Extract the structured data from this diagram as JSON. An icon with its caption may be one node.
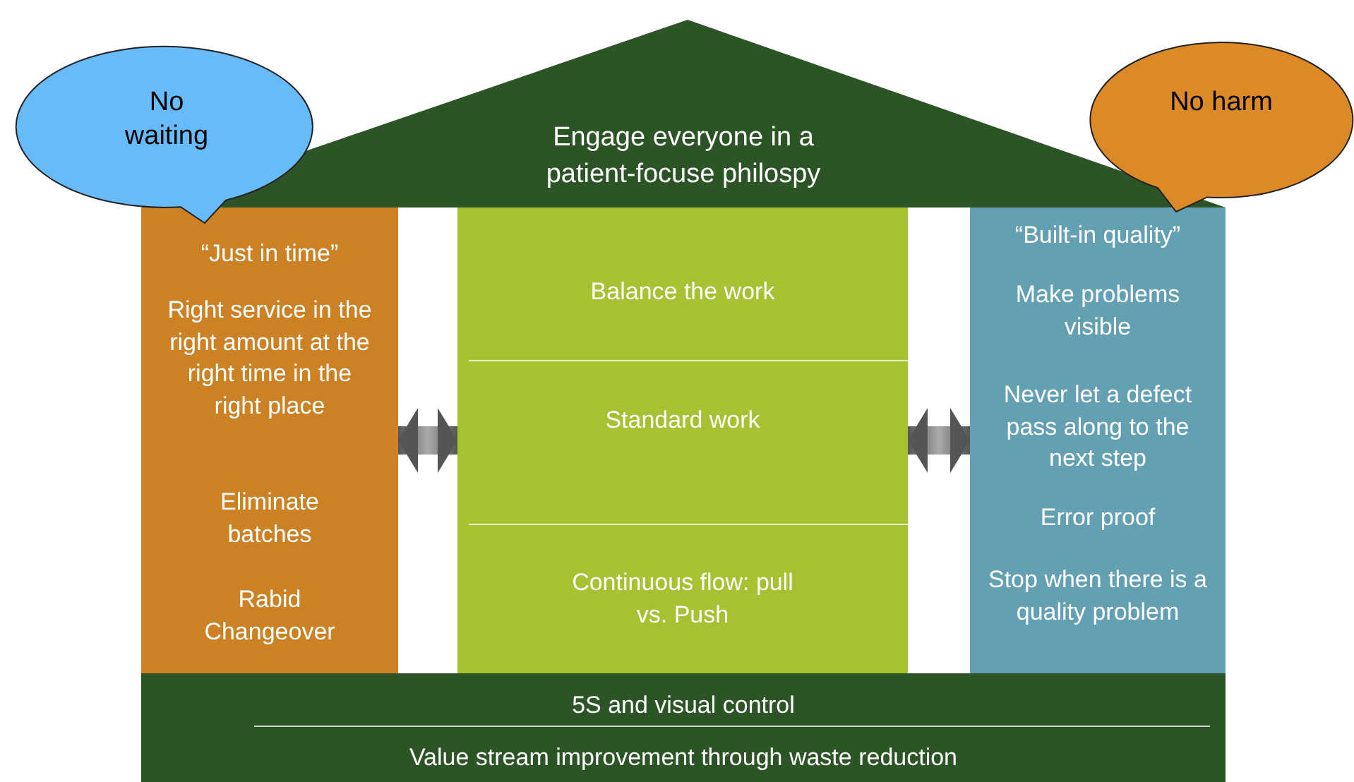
{
  "diagram": {
    "nodes": [
      {
        "text": [
          "Engage everyone in a patient-focuse philospy"
        ]
      },
      {
        "text": [
          "No waiting"
        ]
      },
      {
        "text": [
          "No harm"
        ]
      },
      {
        "text": [
          "“Just in time”",
          "Right service in the right amount at the right time in the right place",
          "Eliminate batches",
          "Rabid Changeover"
        ]
      },
      {
        "text": [
          "Balance the work",
          "Standard work",
          "Continuous flow: pull vs. Push"
        ]
      },
      {
        "text": [
          "“Built-in quality”",
          "Make problems visible",
          "Never let a defect pass along to the next step",
          "Error proof",
          "Stop when there is a quality problem"
        ]
      },
      {
        "text": [
          "5S and visual control",
          "Value stream improvement through waste reduction"
        ]
      }
    ],
    "edges": [
      {
        "from": 3,
        "to": 4,
        "arrow": "both"
      },
      {
        "from": 4,
        "to": 5,
        "arrow": "both"
      }
    ]
  }
}
